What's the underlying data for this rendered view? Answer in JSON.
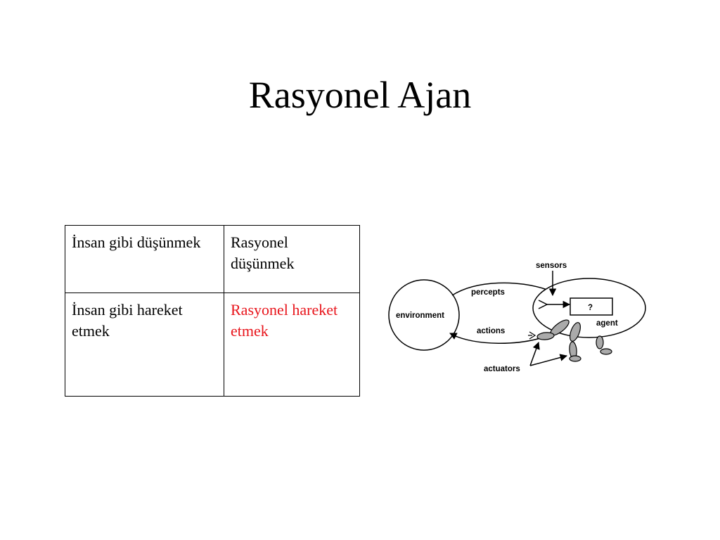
{
  "slide": {
    "title": "Rasyonel Ajan"
  },
  "table": {
    "rows": [
      [
        "İnsan gibi düşünmek",
        "Rasyonel düşünmek"
      ],
      [
        "İnsan gibi hareket etmek",
        "Rasyonel hareket etmek"
      ]
    ],
    "highlight_color": "#e8141b"
  },
  "diagram": {
    "labels": {
      "sensors": "sensors",
      "percepts": "percepts",
      "environment": "environment",
      "actions": "actions",
      "agent": "agent",
      "actuators": "actuators",
      "question": "?"
    }
  }
}
